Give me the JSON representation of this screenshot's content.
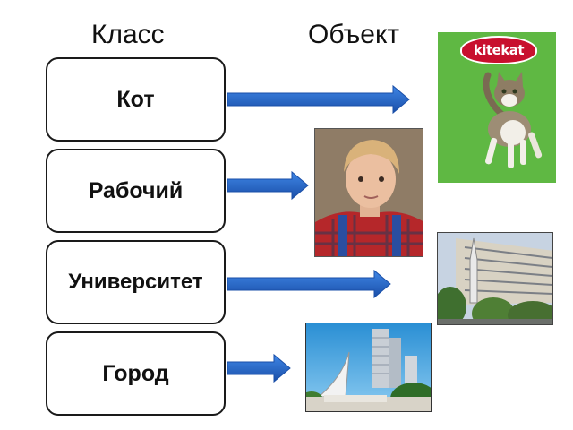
{
  "headers": {
    "class": "Класс",
    "object": "Объект"
  },
  "classes": [
    {
      "label": "Кот"
    },
    {
      "label": "Рабочий"
    },
    {
      "label": "Университет"
    },
    {
      "label": "Город"
    }
  ],
  "objects": [
    {
      "name": "cat-photo",
      "brand_logo": "kitekat"
    },
    {
      "name": "worker-photo"
    },
    {
      "name": "university-photo"
    },
    {
      "name": "city-photo"
    }
  ],
  "colors": {
    "arrow": "#1f5fc0",
    "box_border": "#1a1a1a",
    "cat_background": "#5fb843",
    "logo_red": "#c8102e"
  }
}
